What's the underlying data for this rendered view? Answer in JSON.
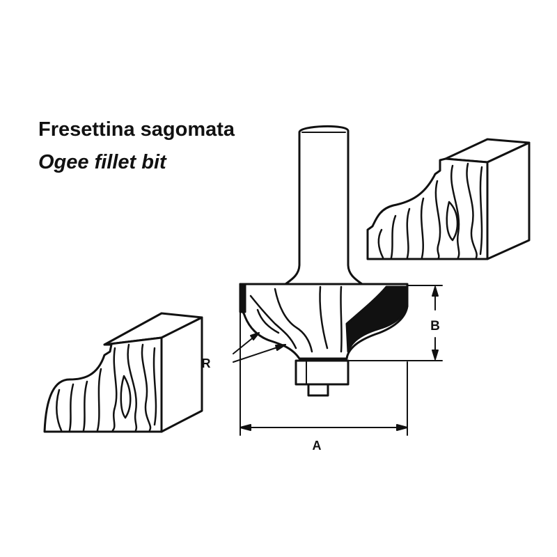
{
  "title": "Fresettina sagomata",
  "subtitle": "Ogee fillet bit",
  "dimensions": {
    "a": "A",
    "b": "B",
    "r": "R"
  },
  "colors": {
    "ink": "#111111",
    "paper": "#ffffff"
  }
}
